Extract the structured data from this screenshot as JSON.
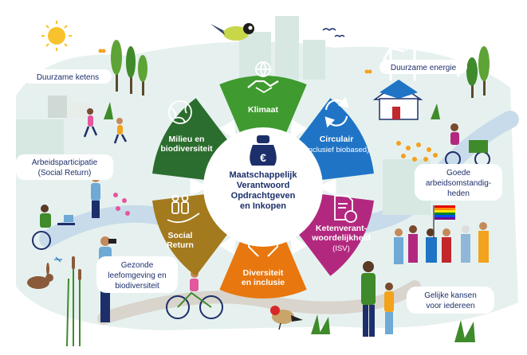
{
  "center": {
    "lines": [
      "Maatschappelijk",
      "Verantwoord",
      "Opdrachtgeven",
      "en Inkopen"
    ],
    "icon_symbol": "€"
  },
  "segments": [
    {
      "id": "klimaat",
      "lines": [
        "Klimaat"
      ],
      "sub": [],
      "color": "#3f9a2f",
      "icon": "handshake-globe-icon"
    },
    {
      "id": "circulair",
      "lines": [
        "Circulair"
      ],
      "sub": [
        "(Inclusief biobased)"
      ],
      "color": "#1f74c6",
      "icon": "recycle-arrows-icon"
    },
    {
      "id": "keten",
      "lines": [
        "Ketenverant-",
        "woordelijkheid"
      ],
      "sub": [
        "(ISV)"
      ],
      "color": "#b3287f",
      "icon": "document-globe-icon"
    },
    {
      "id": "diversiteit",
      "lines": [
        "Diversiteit",
        "en inclusie"
      ],
      "sub": [],
      "color": "#e8770f",
      "icon": "heart-hands-icon"
    },
    {
      "id": "social",
      "lines": [
        "Social",
        "Return"
      ],
      "sub": [],
      "color": "#a37a1d",
      "icon": "people-hand-icon"
    },
    {
      "id": "milieu",
      "lines": [
        "Milieu en",
        "biodiversiteit"
      ],
      "sub": [],
      "color": "#2b6d2e",
      "icon": "globe-leaf-icon"
    }
  ],
  "callouts": [
    {
      "id": "duurzame-ketens",
      "lines": [
        "Duurzame ketens"
      ]
    },
    {
      "id": "arbeidsparticipatie",
      "lines": [
        "Arbeidsparticipatie",
        "(Social Return)"
      ]
    },
    {
      "id": "gezonde",
      "lines": [
        "Gezonde",
        "leefomgeving en",
        "biodiversiteit"
      ]
    },
    {
      "id": "duurzame-energie",
      "lines": [
        "Duurzame energie"
      ]
    },
    {
      "id": "goede",
      "lines": [
        "Goede",
        "arbeidsomstandig-",
        "heden"
      ]
    },
    {
      "id": "gelijke",
      "lines": [
        "Gelijke kansen",
        "voor iedereen"
      ]
    }
  ],
  "colors": {
    "navy": "#1d2f6b",
    "background_tint": "#e6f1ef",
    "path": "#c8dbea",
    "center_disk": "#ffffff"
  }
}
